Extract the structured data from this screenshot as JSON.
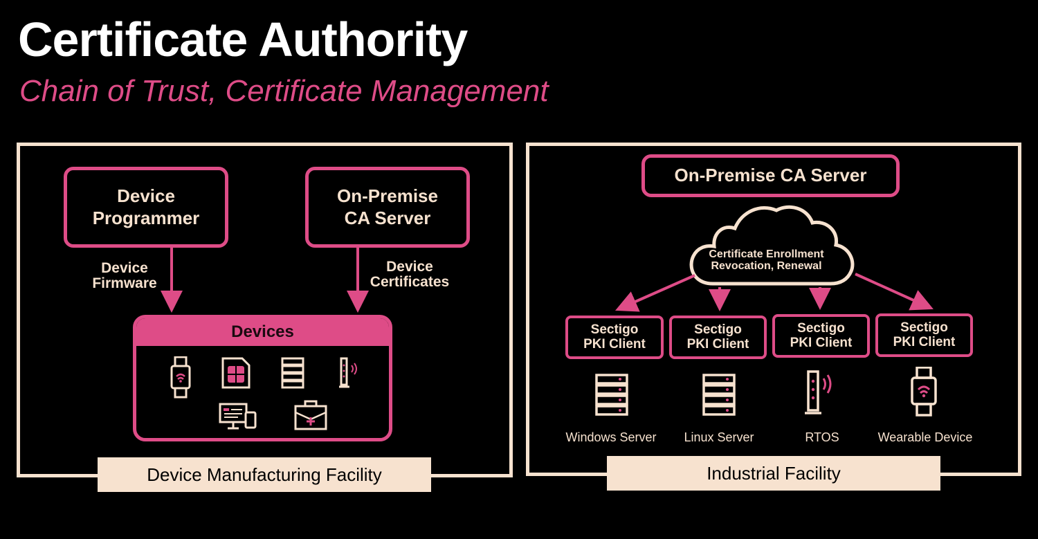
{
  "title": "Certificate Authority",
  "subtitle": "Chain of Trust, Certificate Management",
  "colors": {
    "accent": "#de4c87",
    "cream": "#f7e2cf",
    "background": "#000000"
  },
  "left_panel": {
    "facility_label": "Device Manufacturing Facility",
    "programmer_line1": "Device",
    "programmer_line2": "Programmer",
    "server_line1": "On-Premise",
    "server_line2": "CA Server",
    "firmware_line1": "Device",
    "firmware_line2": "Firmware",
    "certs_line1": "Device",
    "certs_line2": "Certificates",
    "devices_title": "Devices",
    "device_icons": [
      "smartwatch-icon",
      "sim-card-icon",
      "server-rack-icon",
      "router-icon",
      "monitor-phone-icon",
      "medical-kit-icon"
    ]
  },
  "right_panel": {
    "facility_label": "Industrial Facility",
    "server_title": "On-Premise CA Server",
    "cloud_line1": "Certificate Enrollment",
    "cloud_line2": "Revocation, Renewal",
    "clients": [
      {
        "line1": "Sectigo",
        "line2": "PKI Client",
        "device": "Windows Server",
        "icon": "server-rack-icon"
      },
      {
        "line1": "Sectigo",
        "line2": "PKI Client",
        "device": "Linux Server",
        "icon": "server-rack-icon"
      },
      {
        "line1": "Sectigo",
        "line2": "PKI Client",
        "device": "RTOS",
        "icon": "router-icon"
      },
      {
        "line1": "Sectigo",
        "line2": "PKI Client",
        "device": "Wearable Device",
        "icon": "smartwatch-icon"
      }
    ]
  }
}
